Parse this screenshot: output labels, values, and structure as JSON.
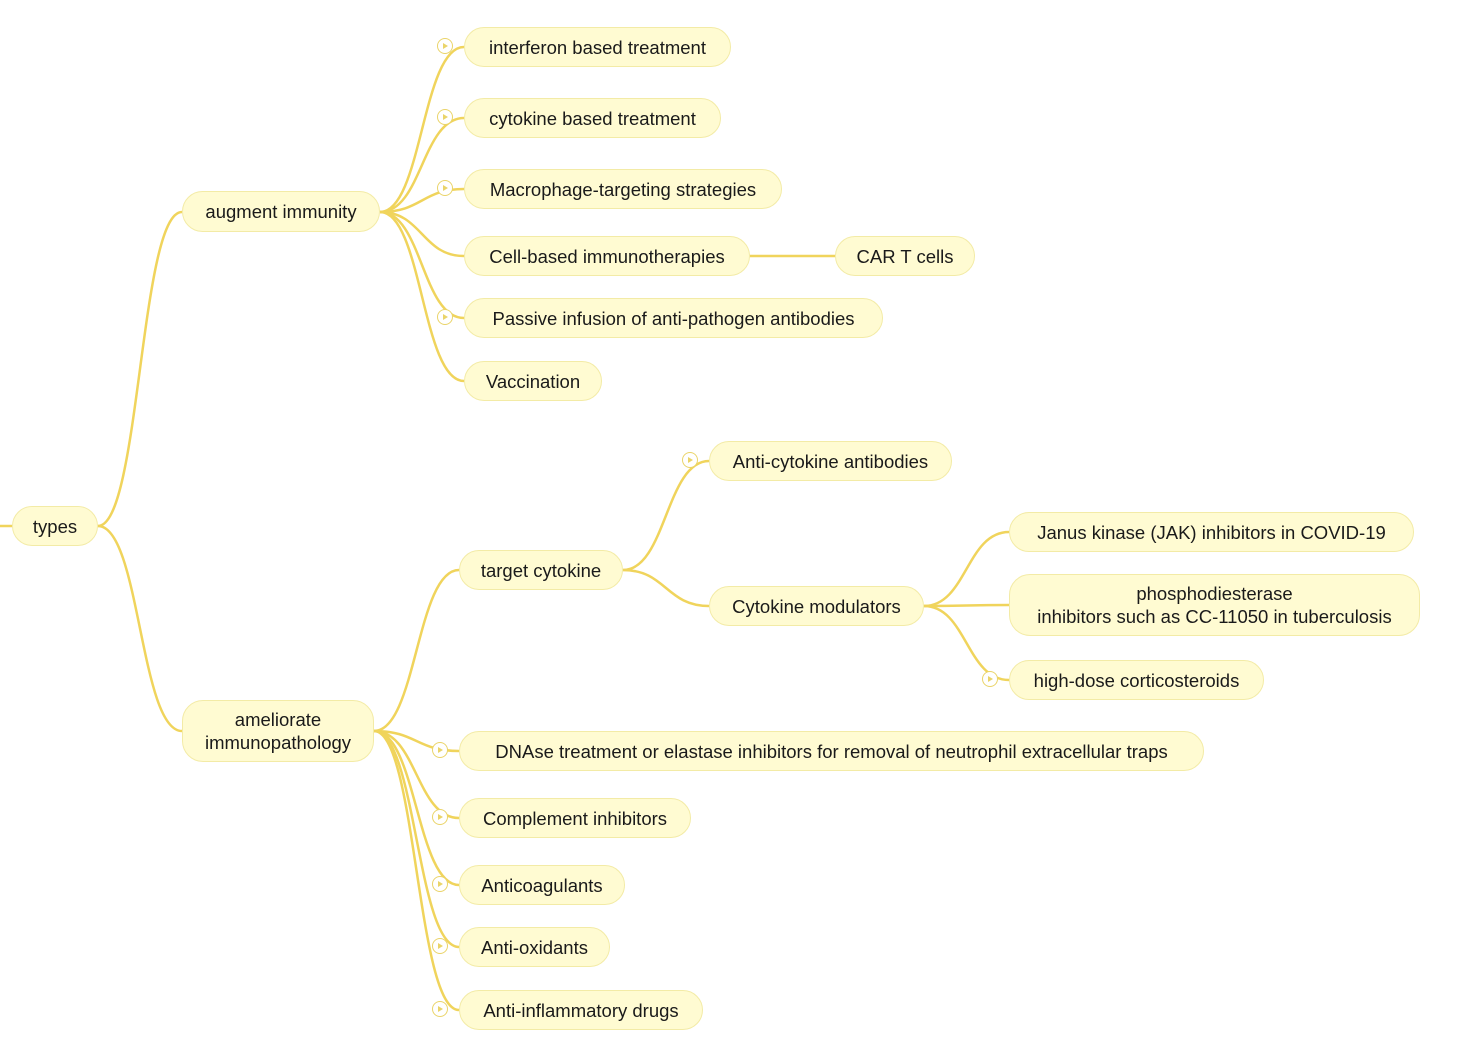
{
  "link_color": "#f0d45c",
  "node_fill": "#fffbd2",
  "node_border": "#f3eba6",
  "mindmap": {
    "root": "types",
    "augment_immunity": {
      "label": "augment immunity",
      "children": [
        "interferon based treatment",
        "cytokine based treatment",
        "Macrophage-targeting strategies",
        "Cell-based immunotherapies",
        "Passive infusion of anti-pathogen antibodies",
        "Vaccination"
      ],
      "car_t": "CAR T cells"
    },
    "ameliorate": {
      "label": "ameliorate\nimmunopathology",
      "target_cytokine": {
        "label": "target cytokine",
        "anti_cytokine": "Anti-cytokine antibodies",
        "modulators": {
          "label": "Cytokine modulators",
          "children": [
            "Janus kinase (JAK) inhibitors in COVID-19",
            "phosphodiesterase\ninhibitors such as CC-11050 in tuberculosis",
            "high-dose corticosteroids"
          ]
        }
      },
      "children": [
        "DNAse treatment or elastase inhibitors for removal of neutrophil extracellular traps",
        "Complement inhibitors",
        "Anticoagulants",
        "Anti-oxidants",
        "Anti-inflammatory drugs"
      ]
    }
  }
}
